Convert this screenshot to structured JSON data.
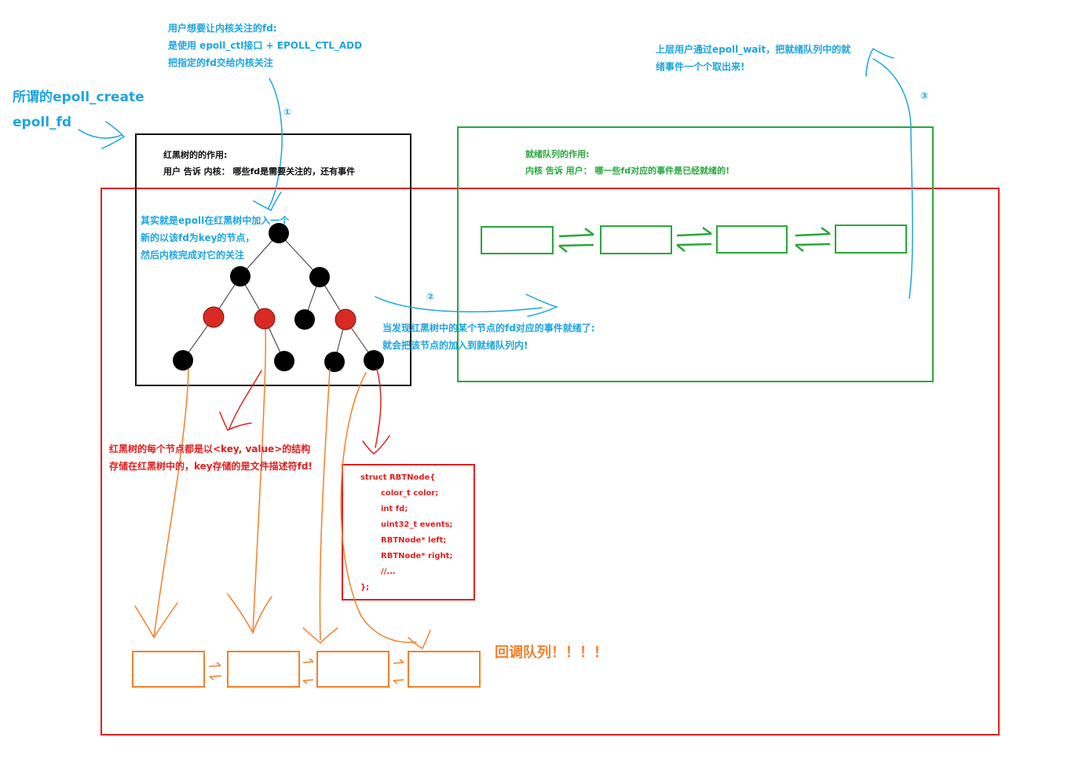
{
  "left_label": [
    "所谓的epoll_create",
    "epoll_fd"
  ],
  "user_add_note": [
    "用户想要让内核关注的fd:",
    "是使用 epoll_ctl接口 + EPOLL_CTL_ADD",
    "把指定的fd交给内核关注"
  ],
  "wait_note": [
    "上层用户通过epoll_wait，把就绪队列中的就",
    "绪事件一个个取出来!"
  ],
  "markers": {
    "one": "①",
    "two": "②",
    "three": "③"
  },
  "rbtree_box": {
    "title": "红黑树的的作用:",
    "desc": "用户 告诉 内核： 哪些fd是需要关注的，还有事件"
  },
  "rbtree_insert_note": [
    "其实就是epoll在红黑树中加入一个",
    "新的以该fd为key的节点，",
    "然后内核完成对它的关注"
  ],
  "ready_box": {
    "title": "就绪队列的作用:",
    "desc": "内核 告诉 用户： 哪一些fd对应的事件是已经就绪的!"
  },
  "ready_note": [
    "当发现红黑树中的某个节点的fd对应的事件就绪了:",
    "就会把该节点的加入到就绪队列内!"
  ],
  "node_note": [
    "红黑树的每个节点都是以<key, value>的结构",
    "存储在红黑树中的，key存储的是文件描述符fd!"
  ],
  "struct_code": [
    "struct RBTNode{",
    "color_t color;",
    "int fd;",
    "uint32_t events;",
    "RBTNode* left;",
    "RBTNode* right;",
    "//...",
    "};"
  ],
  "callback_label": "回调队列！！！！",
  "colors": {
    "blue": "#1ea5e0",
    "green": "#27a83a",
    "red": "#e02020",
    "orange": "#f57f2a",
    "black": "#111111"
  }
}
